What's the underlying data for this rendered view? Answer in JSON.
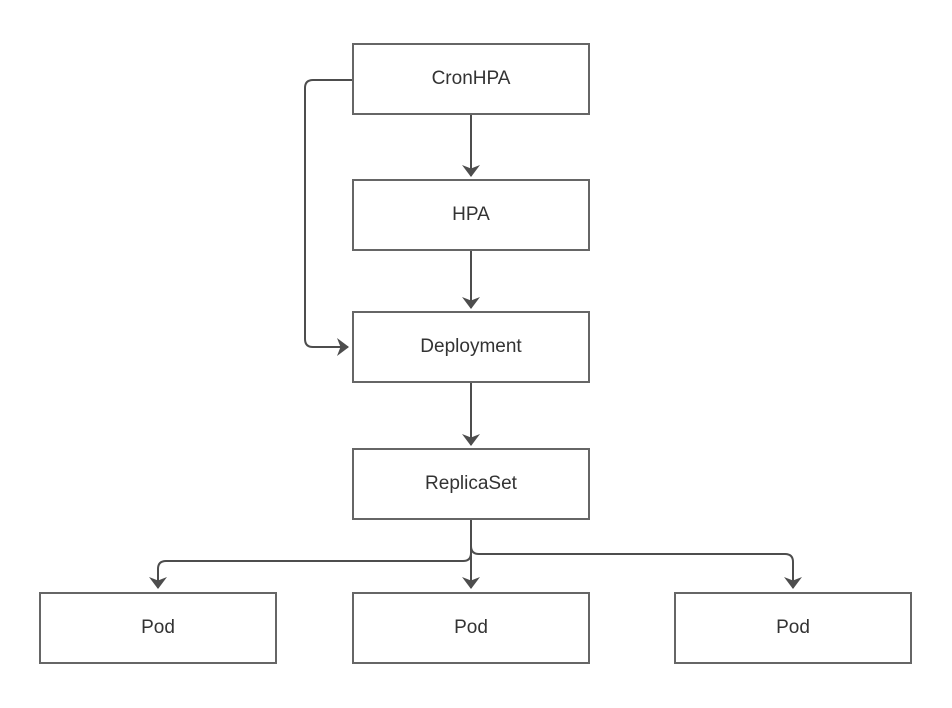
{
  "diagram": {
    "background_color": "#ffffff",
    "node_border_color": "#666666",
    "node_fill_color": "#ffffff",
    "edge_color": "#4d4d4d",
    "text_color": "#333333",
    "nodes": [
      {
        "id": "cronhpa",
        "label": "CronHPA"
      },
      {
        "id": "hpa",
        "label": "HPA"
      },
      {
        "id": "deployment",
        "label": "Deployment"
      },
      {
        "id": "replicaset",
        "label": "ReplicaSet"
      },
      {
        "id": "pod-1",
        "label": "Pod"
      },
      {
        "id": "pod-2",
        "label": "Pod"
      },
      {
        "id": "pod-3",
        "label": "Pod"
      }
    ],
    "edges": [
      {
        "from": "cronhpa",
        "to": "hpa",
        "style": "straight-down-arrow"
      },
      {
        "from": "cronhpa",
        "to": "deployment",
        "style": "left-bypass-arrow"
      },
      {
        "from": "hpa",
        "to": "deployment",
        "style": "straight-down-arrow"
      },
      {
        "from": "deployment",
        "to": "replicaset",
        "style": "straight-down-arrow"
      },
      {
        "from": "replicaset",
        "to": "pod-1",
        "style": "branch-left-arrow"
      },
      {
        "from": "replicaset",
        "to": "pod-2",
        "style": "straight-down-arrow"
      },
      {
        "from": "replicaset",
        "to": "pod-3",
        "style": "branch-right-arrow"
      }
    ]
  }
}
